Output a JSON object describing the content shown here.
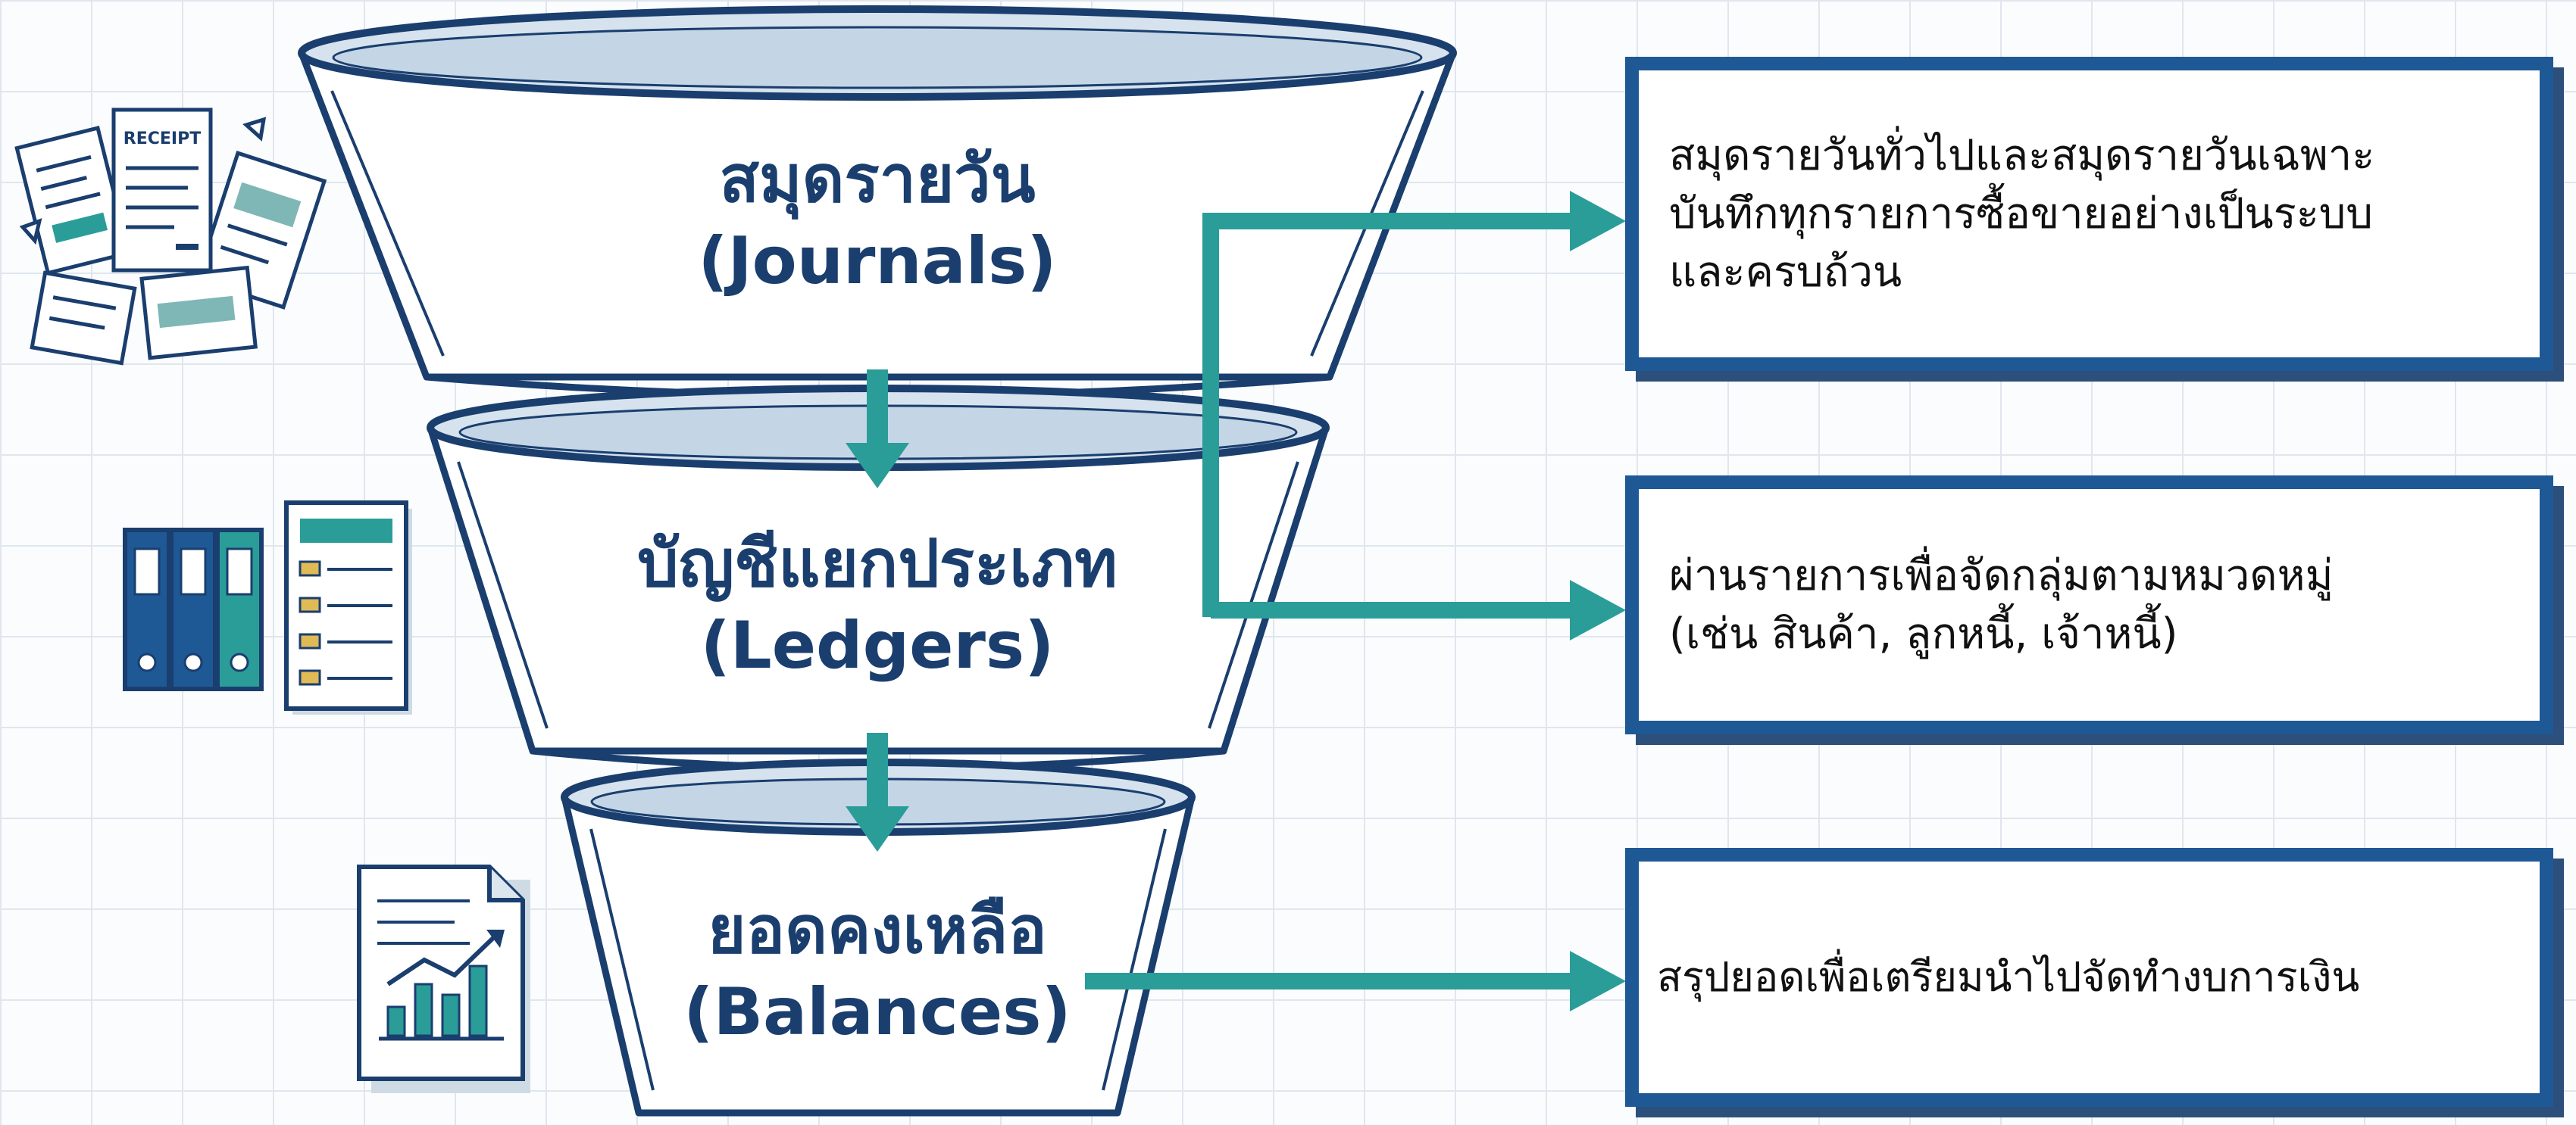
{
  "colors": {
    "navy": "#1a3e6e",
    "box_border": "#1e5996",
    "teal_arrow": "#2a9d99",
    "funnel_fill": "#ffffff",
    "funnel_rim": "#d6e3ee",
    "grid": "#dfe6ee"
  },
  "stages": [
    {
      "title_th": "สมุดรายวัน",
      "title_en": "(Journals)",
      "icon": "receipts-icon"
    },
    {
      "title_th": "บัญชีแยกประเภท",
      "title_en": "(Ledgers)",
      "icon": "ledger-binders-icon"
    },
    {
      "title_th": "ยอดคงเหลือ",
      "title_en": "(Balances)",
      "icon": "balance-report-chart-icon"
    }
  ],
  "receipt_label": "RECEIPT",
  "descriptions": [
    {
      "text": "สมุดรายวันทั่วไปและสมุดรายวันเฉพาะ\nบันทึกทุกรายการซื้อขายอย่างเป็นระบบ\nและครบถ้วน"
    },
    {
      "text": "ผ่านรายการเพื่อจัดกลุ่มตามหมวดหมู่\n(เช่น สินค้า, ลูกหนี้, เจ้าหนี้)"
    },
    {
      "text": "สรุปยอดเพื่อเตรียมนำไปจัดทำงบการเงิน"
    }
  ]
}
